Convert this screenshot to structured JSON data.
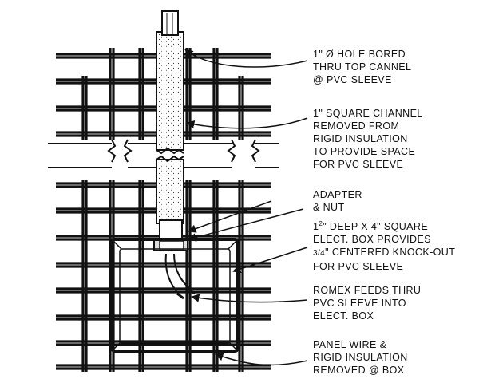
{
  "labels": {
    "hole": [
      "1\" Ø HOLE BORED",
      "THRU TOP CANNEL",
      "@ PVC SLEEVE"
    ],
    "channel": [
      "1\" SQUARE CHANNEL",
      "REMOVED FROM",
      "RIGID INSULATION",
      "TO PROVIDE SPACE",
      "FOR PVC SLEEVE"
    ],
    "adapter": [
      "ADAPTER",
      "& NUT"
    ],
    "box_fraction_num": "1",
    "box_fraction_den": "2",
    "box": [
      "\" DEEP X 4\" SQUARE",
      "ELECT. BOX PROVIDES",
      "\" CENTERED KNOCK-OUT",
      "FOR PVC SLEEVE"
    ],
    "box_knockout_fraction": "3/4",
    "romex": [
      "ROMEX FEEDS THRU",
      "PVC SLEEVE INTO",
      "ELECT. BOX"
    ],
    "panel": [
      "PANEL WIRE &",
      "RIGID INSULATION",
      "REMOVED @ BOX"
    ]
  }
}
